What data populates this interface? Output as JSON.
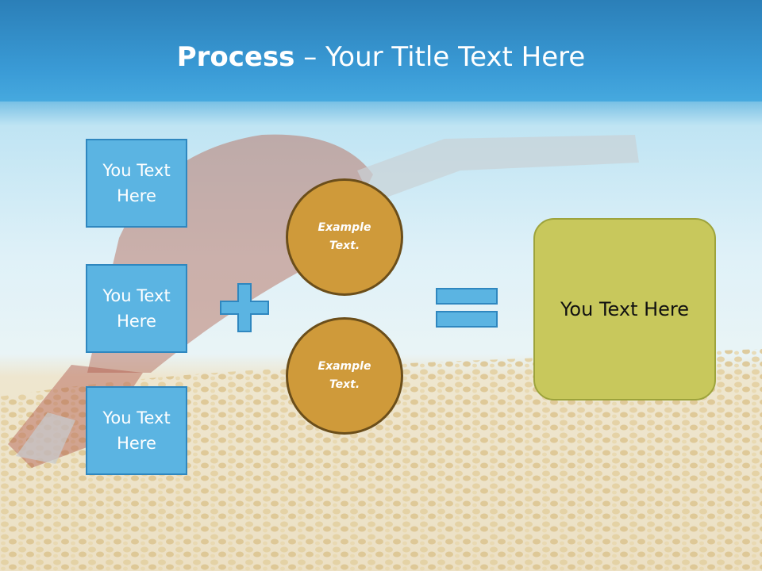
{
  "title": {
    "bold": "Process",
    "rest": " – Your Title Text Here"
  },
  "left_boxes": [
    {
      "label": "You Text Here"
    },
    {
      "label": "You Text Here"
    },
    {
      "label": "You Text Here"
    }
  ],
  "circles": [
    {
      "label": "Example Text."
    },
    {
      "label": "Example Text."
    }
  ],
  "result": {
    "label": "You Text Here"
  },
  "colors": {
    "box_fill": "#5bb4e2",
    "box_border": "#2f87bf",
    "circle_fill": "#cf9a3a",
    "circle_border": "#6b4e1a",
    "result_fill": "#c8c85c",
    "title_band": "#3a9bd6"
  },
  "icons": [
    "plus-icon",
    "equals-icon"
  ]
}
